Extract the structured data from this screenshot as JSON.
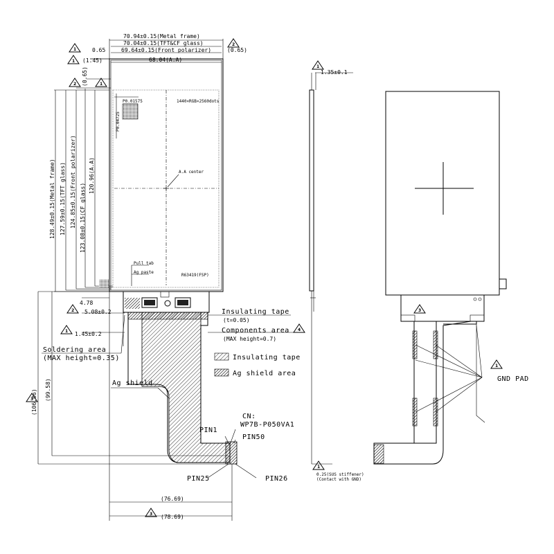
{
  "front": {
    "dim_metal_frame_w": "70.94±0.15(Metal frame)",
    "dim_tft_cf_w": "70.04±0.15(TFT&CF glass)",
    "dim_front_pol_w": "69.64±0.15(Front polarizer)",
    "dim_aa_w": "68.04(A.A)",
    "dim_065_left": "0.65",
    "dim_145": "(1.45)",
    "dim_065_right": "(0.65)",
    "dim_065_vert": "(0.65)",
    "dim_metal_frame_h": "128.49±0.15(Metal frame)",
    "dim_tft_glass_h": "127.59±0.15(TFT glass)",
    "dim_front_pol_h": "124.85±0.15(Front polarizer)",
    "dim_cf_glass_h": "123.08±0.15(CF glass)",
    "dim_aa_h": "120.96(A.A)",
    "pixel_pitch_1": "P0.01575",
    "pixel_pitch_2": "P0.04725",
    "resolution": "1440×RGB×2560dots",
    "aa_center": "A.A center",
    "pull_tab": "Pull tab",
    "ag_paste": "Ag paste",
    "ic_label": "R63419(FSP)",
    "dim_478": "4.78",
    "dim_508": "5.08±0.2",
    "dim_145_02": "1.45±0.2",
    "dim_10606": "(106.06)",
    "dim_9958": "(99.58)",
    "dim_7669": "(76.69)",
    "dim_7869": "(78.69)",
    "insulating_tape_title": "Insulating tape",
    "insulating_tape_thickness": "(t=0.05)",
    "components_area": "Components area",
    "components_max": "(MAX height=0.7)",
    "soldering_area": "Soldering area",
    "soldering_max": "(MAX height=0.35)",
    "legend_insulating": "Insulating tape",
    "legend_ag": "Ag shield area",
    "ag_shield": "Ag shield",
    "cn_label": "CN:",
    "cn_part": "WP7B-P050VA1",
    "pin1": "PIN1",
    "pin50": "PIN50",
    "pin25": "PIN25",
    "pin26": "PIN26"
  },
  "side": {
    "thickness": "1.35±0.1",
    "sus_stiffener": "0.25(SUS stiffener)",
    "contact_gnd": "(Contact with GND)"
  },
  "back": {
    "gnd_pad": "GND PAD"
  },
  "callouts": {
    "n1": "1",
    "n2": "2",
    "n3": "3",
    "n4": "4"
  }
}
